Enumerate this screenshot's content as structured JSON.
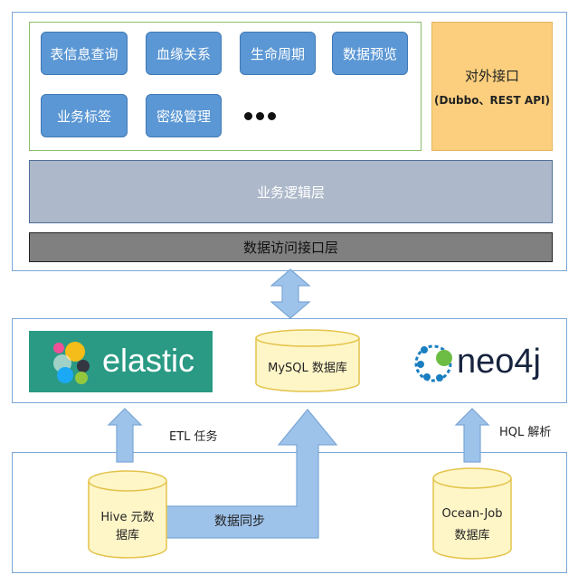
{
  "top_layer": {
    "features": [
      "表信息查询",
      "血缘关系",
      "生命周期",
      "数据预览",
      "业务标签",
      "密级管理"
    ],
    "more": "•••",
    "external_interface": {
      "title": "对外接口",
      "subtitle": "(Dubbo、REST API)"
    },
    "business_logic": "业务逻辑层",
    "data_access": "数据访问接口层"
  },
  "storage_layer": {
    "elastic_logo_text": "elastic",
    "mysql": "MySQL 数据库",
    "neo4j_logo_text": "neo4j"
  },
  "source_layer": {
    "hive": [
      "Hive 元数",
      "据库"
    ],
    "ocean": [
      "Ocean-Job",
      "数据库"
    ],
    "sync_label": "数据同步"
  },
  "arrow_labels": {
    "etl": "ETL 任务",
    "hql": "HQL 解析"
  },
  "colors": {
    "layer_border": "#7aa6d6",
    "feature_button": "#5b97d4",
    "external_box": "#fbcf7e",
    "business_logic": "#adb9ca",
    "data_access": "#808080",
    "arrow_fill": "#9ec3ea",
    "cylinder_fill": "#fff6c8",
    "cylinder_border": "#e3c34a",
    "elastic_bg": "#2a9a84",
    "neo4j_blue": "#1a7fc1",
    "neo4j_green": "#6dbd45"
  }
}
